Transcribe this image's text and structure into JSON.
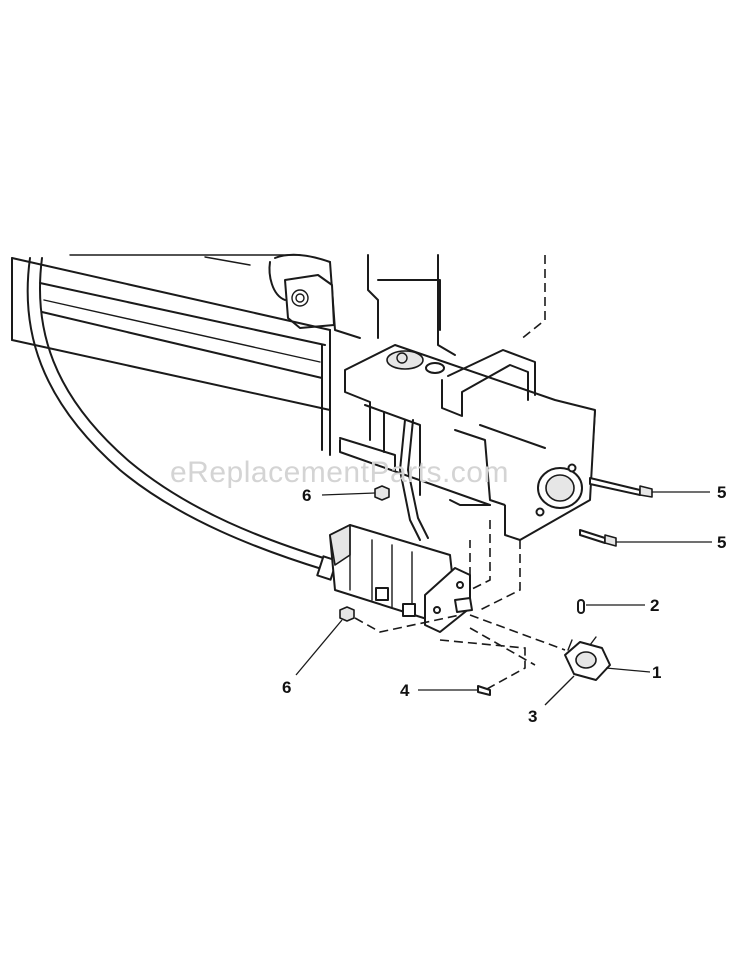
{
  "watermark": "eReplacementParts.com",
  "callouts": {
    "c1": "1",
    "c2": "2",
    "c3": "3",
    "c4": "4",
    "c5a": "5",
    "c5b": "5",
    "c6a": "6",
    "c6b": "6"
  },
  "parts": [
    {
      "name": "hydraulic-pump",
      "callout": null
    },
    {
      "name": "pump-mount-bracket",
      "callout": null
    },
    {
      "name": "coupler-half",
      "callout": "1"
    },
    {
      "name": "coupler-key",
      "callout": "2"
    },
    {
      "name": "coupler-assembly",
      "callout": "3"
    },
    {
      "name": "pump-shaft-key",
      "callout": "4"
    },
    {
      "name": "mounting-bolt",
      "callout": "5"
    },
    {
      "name": "hex-nut",
      "callout": "6"
    }
  ]
}
